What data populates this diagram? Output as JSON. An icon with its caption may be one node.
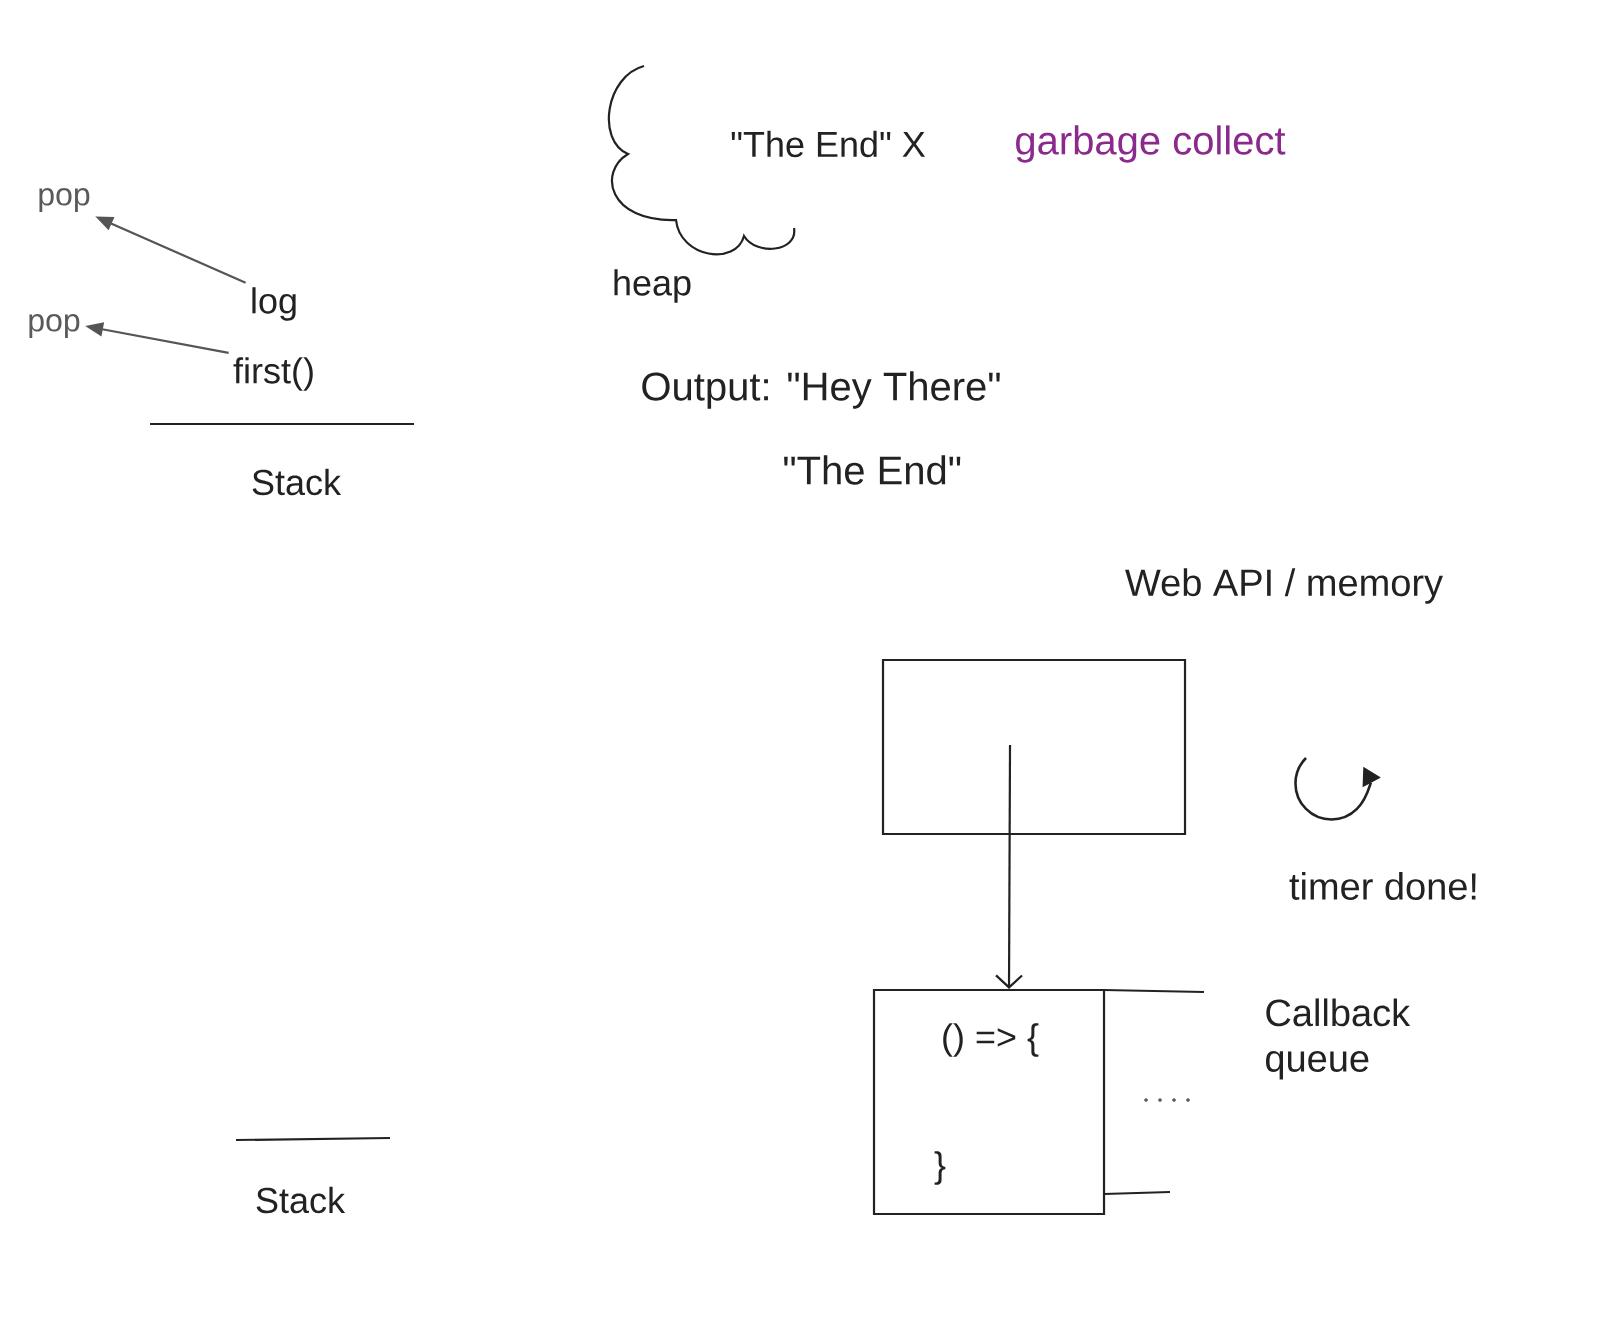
{
  "diagram": {
    "nodes": [
      {
        "text": [
          "pop"
        ]
      },
      {
        "text": [
          "log"
        ]
      },
      {
        "text": [
          "pop"
        ]
      },
      {
        "text": [
          "first()"
        ]
      },
      {
        "text": [
          "\"The End\" X",
          "heap"
        ]
      },
      {
        "text": [],
        "shape": "box"
      },
      {
        "text": [
          "() => {",
          "}"
        ]
      }
    ],
    "edges": [
      {
        "from": 1,
        "to": 0,
        "arrow": "to",
        "color": "#555555"
      },
      {
        "from": 3,
        "to": 2,
        "arrow": "to",
        "color": "#555555"
      },
      {
        "from": 5,
        "to": 6,
        "arrow": "to"
      }
    ],
    "labels": [
      "garbage collect",
      "Stack",
      "Output: \"Hey There\"",
      "\"The End\"",
      "Web API / memory",
      "timer done!",
      "Callback queue",
      "Stack"
    ]
  }
}
